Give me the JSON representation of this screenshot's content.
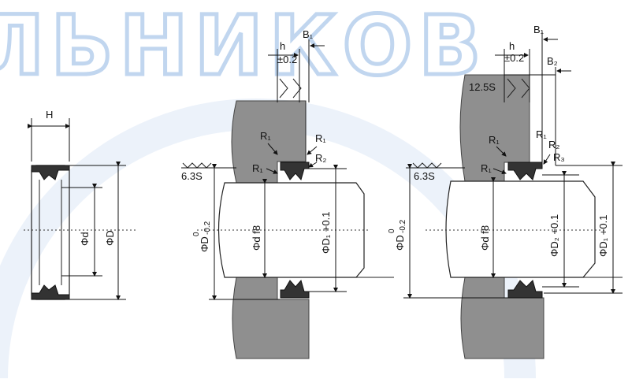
{
  "watermark": {
    "text": "ЛЬНИКОВ",
    "color": "#8fb6e3"
  },
  "colors": {
    "housing": "#8f8f8f",
    "seal": "#333333",
    "line": "#111111"
  },
  "left_seal": {
    "H": "H",
    "d": "Φd",
    "D": "ΦD"
  },
  "middle_install": {
    "h": "h",
    "tol": "±0.2",
    "B1": "B₁",
    "R1_a": "R₁",
    "R1_b": "R₁",
    "R1_c": "R₁",
    "R2": "R₂",
    "rough": "6.3S",
    "D": "ΦD",
    "D_tol_upper": "0",
    "D_tol_lower": "-0.2",
    "d": "Φd f8",
    "D1": "ΦD₁ +0.1"
  },
  "right_install": {
    "h": "h",
    "tol": "±0.2",
    "B1": "B₁",
    "B2": "B₂",
    "rough_top": "12.5S",
    "rough_left": "6.3S",
    "R1_a": "R₁",
    "R1_b": "R₁",
    "R1_c": "R₁",
    "R2": "R₂",
    "R3": "R₃",
    "D": "ΦD",
    "D_tol_upper": "0",
    "D_tol_lower": "-0.2",
    "d": "Φd f8",
    "D2": "ΦD₂ +0.1",
    "D1": "ΦD₁ +0.1"
  }
}
